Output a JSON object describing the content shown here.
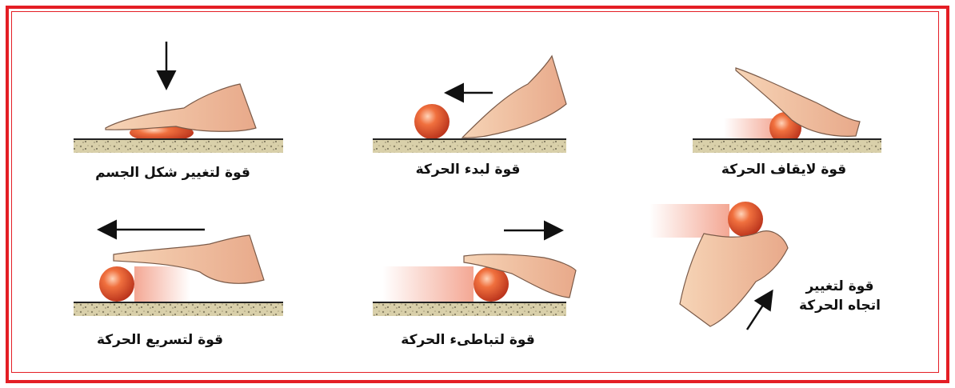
{
  "colors": {
    "frame": "#e41e25",
    "ball": "#e0512c",
    "ground": "#d8cfa6",
    "hand": "#f3c9a8"
  },
  "panels": [
    {
      "caption": "قوة لتغيير شكل الجسم",
      "arrow": "down"
    },
    {
      "caption": "قوة لبدء الحركة",
      "arrow": "left"
    },
    {
      "caption": "قوة لايقاف الحركة",
      "arrow": "none"
    },
    {
      "caption": "قوة لتسريع الحركة",
      "arrow": "left"
    },
    {
      "caption": "قوة لتباطىء الحركة",
      "arrow": "right"
    },
    {
      "caption_line1": "قوة لتغيير",
      "caption_line2": "اتجاه الحركة",
      "arrow": "up-right"
    }
  ]
}
